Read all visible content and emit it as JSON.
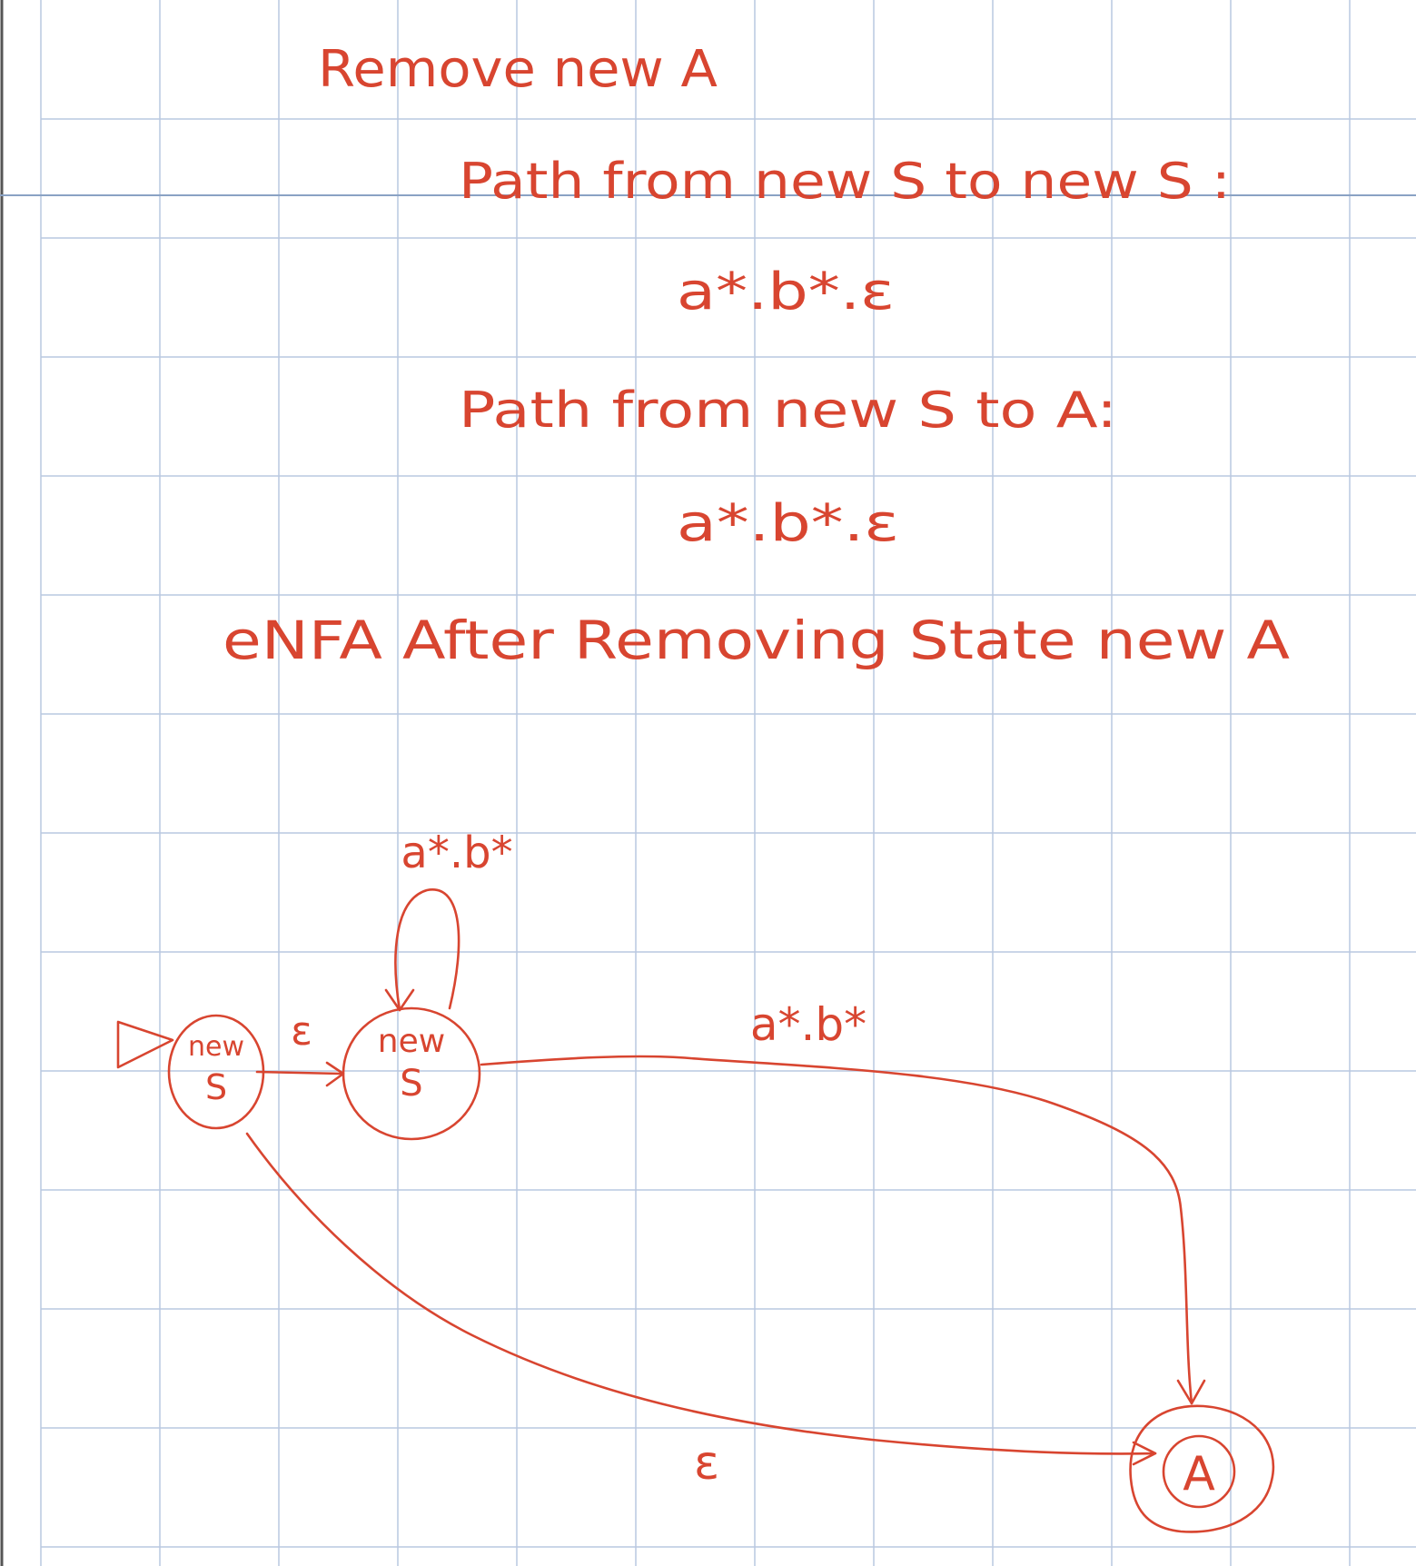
{
  "notes": {
    "heading": "Remove new A",
    "path1_label": "Path from new S to new S :",
    "path1_expr": "a*.b*.ε",
    "path2_label": "Path from new S to A:",
    "path2_expr": "a*.b*.ε",
    "diagram_title": "eNFA After Removing State new A"
  },
  "diagram": {
    "states": [
      {
        "id": "start",
        "line1": "new",
        "line2": "S",
        "initial": true,
        "accepting": false
      },
      {
        "id": "mid",
        "line1": "new",
        "line2": "S",
        "initial": false,
        "accepting": false
      },
      {
        "id": "final",
        "line1": "A",
        "line2": "",
        "initial": false,
        "accepting": true
      }
    ],
    "transitions": [
      {
        "from": "start",
        "to": "mid",
        "label": "ε"
      },
      {
        "from": "mid",
        "to": "mid",
        "label": "a*.b*"
      },
      {
        "from": "mid",
        "to": "final",
        "label": "a*.b*"
      },
      {
        "from": "start",
        "to": "final",
        "label": "ε"
      }
    ]
  },
  "colors": {
    "ink": "#d84530",
    "grid": "#b9c8e0",
    "paper": "#ffffff",
    "left_border": "#555555"
  }
}
